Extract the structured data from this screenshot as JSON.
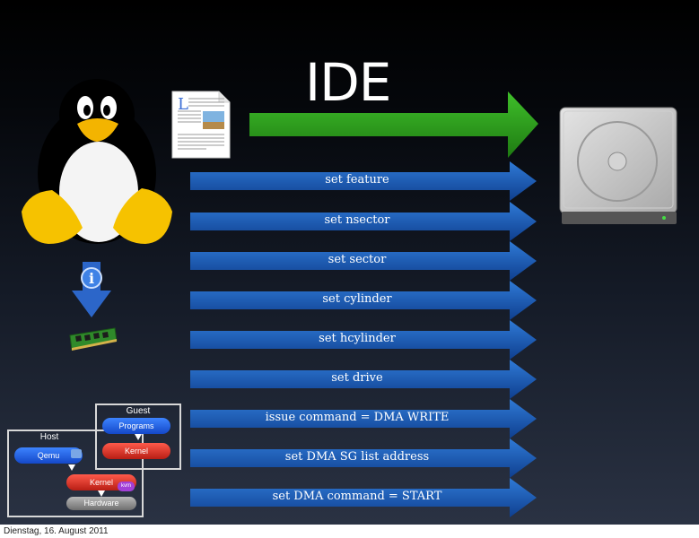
{
  "slide": {
    "title": "IDE",
    "commands": [
      "set feature",
      "set nsector",
      "set sector",
      "set cylinder",
      "set hcylinder",
      "set drive",
      "issue command = DMA WRITE",
      "set DMA SG list address",
      "set DMA command = START"
    ],
    "diagram": {
      "guest_label": "Guest",
      "host_label": "Host",
      "programs_label": "Programs",
      "kernel_guest_label": "Kernel",
      "qemu_label": "Qemu",
      "kernel_host_label": "Kernel",
      "kvm_label": "kvm",
      "hardware_label": "Hardware"
    },
    "colors": {
      "command_arrow": "#1a5fb4",
      "title_arrow": "#2e9a1e",
      "programs_pill": "#1f6cf0",
      "kernel_pill": "#e23b2e",
      "hardware_pill": "#8a8a8a",
      "kvm_badge": "#a23fd6"
    },
    "icons": [
      "tux-penguin-icon",
      "document-icon",
      "hard-drive-icon",
      "info-arrow-icon",
      "ram-module-icon"
    ]
  },
  "footer": {
    "date": "Dienstag, 16. August 2011"
  }
}
